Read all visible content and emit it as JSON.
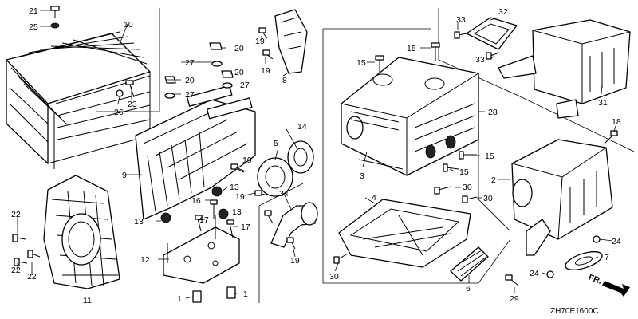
{
  "diagram_code": "ZH70E1600C",
  "fr_label": "FR.",
  "callouts": {
    "c1a": "1",
    "c1b": "1",
    "c2": "2",
    "c3": "3",
    "c4": "4",
    "c5": "5",
    "c6": "6",
    "c7": "7",
    "c8": "8",
    "c9": "9",
    "c10": "10",
    "c11": "11",
    "c12": "12",
    "c13a": "13",
    "c13b": "13",
    "c13c": "13",
    "c14": "14",
    "c15a": "15",
    "c15b": "15",
    "c15c": "15",
    "c15d": "15",
    "c16": "16",
    "c17a": "17",
    "c17b": "17",
    "c18": "18",
    "c19a": "19",
    "c19b": "19",
    "c19c": "19",
    "c19d": "19",
    "c19e": "19",
    "c20a": "20",
    "c20b": "20",
    "c20c": "20",
    "c21": "21",
    "c22a": "22",
    "c22b": "22",
    "c22c": "22",
    "c23": "23",
    "c24a": "24",
    "c24b": "24",
    "c25": "25",
    "c26": "26",
    "c27a": "27",
    "c27b": "27",
    "c28": "28",
    "c29": "29",
    "c30a": "30",
    "c30b": "30",
    "c30c": "30",
    "c31": "31",
    "c32": "32",
    "c33a": "33",
    "c33b": "33",
    "c34": "34"
  }
}
